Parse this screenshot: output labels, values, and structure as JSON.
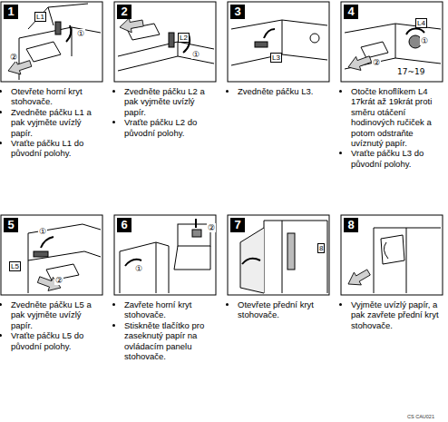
{
  "diagram": {
    "nodes": [
      {
        "text": [
          "1",
          "Otevřete horní kryt stohovače.",
          "Zvedněte páčku L1 a pak vyjměte uvízlý papír.",
          "Vraťte páčku L1 do původní polohy."
        ]
      },
      {
        "text": [
          "2",
          "Zvedněte páčku L2 a pak vyjměte uvízlý papír.",
          "Vraťte páčku L2 do původní polohy."
        ]
      },
      {
        "text": [
          "3",
          "Zvedněte páčku L3."
        ]
      },
      {
        "text": [
          "4",
          "Otočte knoflíkem L4 17krát až 19krát proti směru otáčení hodinových ručiček a potom odstraňte uvíznutý papír.",
          "Vraťte páčku L3 do původní polohy."
        ]
      },
      {
        "text": [
          "5",
          "Zvedněte páčku L5 a pak vyjměte uvízlý papír.",
          "Vraťte páčku L5 do původní polohy."
        ]
      },
      {
        "text": [
          "6",
          "Zavřete horní kryt stohovače.",
          "Stiskněte tlačítko pro zaseknutý papír na ovládacím panelu stohovače."
        ]
      },
      {
        "text": [
          "7",
          "Otevřete přední kryt stohovače."
        ]
      },
      {
        "text": [
          "8",
          "Vyjměte uvízlý papír, a pak zavřete přední kryt stohovače."
        ]
      }
    ],
    "labels": [
      "L1",
      "①",
      "②",
      "L2",
      "①",
      "L3",
      "L4",
      "①",
      "②",
      "17~19",
      "①",
      "L5",
      "②",
      "②",
      "①",
      "8",
      "CS CAU021"
    ]
  }
}
